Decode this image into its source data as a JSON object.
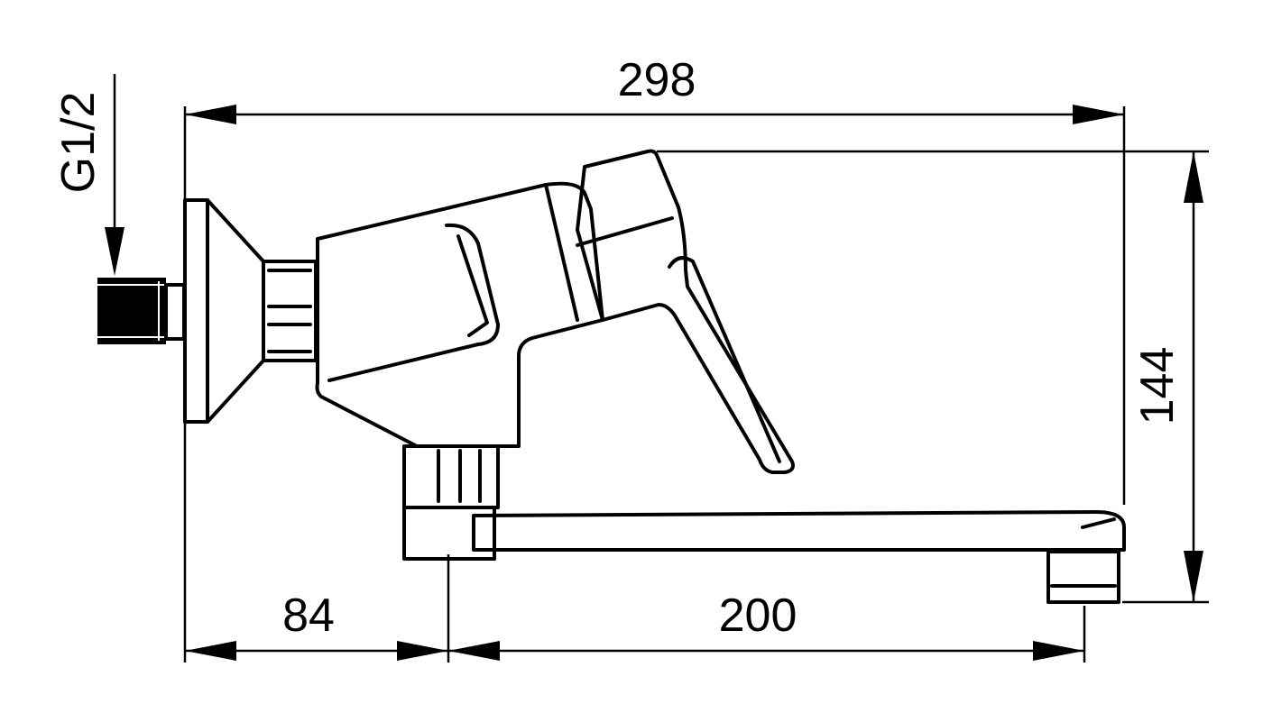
{
  "dimensions": {
    "overall_length": "298",
    "height": "144",
    "wall_to_spout_axis": "84",
    "spout_reach": "200",
    "thread": "G1/2"
  }
}
